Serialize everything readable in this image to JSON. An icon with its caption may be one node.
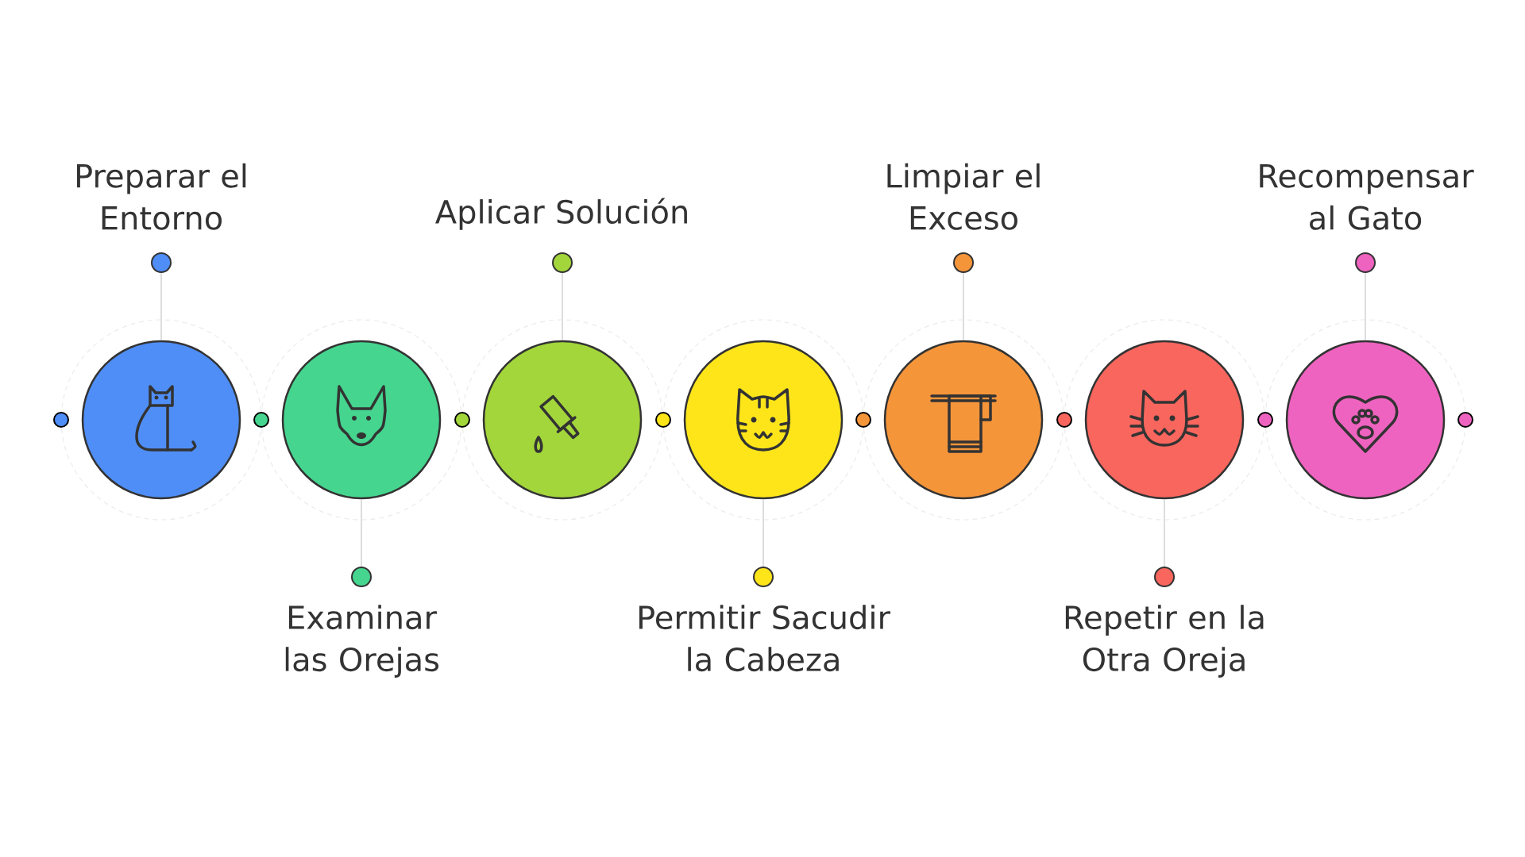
{
  "diagram": {
    "nodes": [
      {
        "text": [
          "Preparar el Entorno"
        ]
      },
      {
        "text": [
          "Examinar las Orejas"
        ]
      },
      {
        "text": [
          "Aplicar Solución"
        ]
      },
      {
        "text": [
          "Permitir Sacudir la Cabeza"
        ]
      },
      {
        "text": [
          "Limpiar el Exceso"
        ]
      },
      {
        "text": [
          "Repetir en la Otra Oreja"
        ]
      },
      {
        "text": [
          "Recompensar al Gato"
        ]
      },
      {
        "text": [],
        "shape": "circle"
      },
      {
        "text": [],
        "shape": "circle"
      },
      {
        "text": [],
        "shape": "circle"
      },
      {
        "text": [],
        "shape": "circle"
      },
      {
        "text": [],
        "shape": "circle"
      },
      {
        "text": [],
        "shape": "circle"
      },
      {
        "text": [],
        "shape": "circle"
      }
    ],
    "edges": [
      {
        "from": 0,
        "to": 7,
        "arrow": "other"
      },
      {
        "from": 1,
        "to": 8,
        "arrow": "other"
      },
      {
        "from": 2,
        "to": 9,
        "arrow": "other"
      },
      {
        "from": 3,
        "to": 10,
        "arrow": "other"
      },
      {
        "from": 4,
        "to": 11,
        "arrow": "other"
      },
      {
        "from": 5,
        "to": 12,
        "arrow": "other"
      },
      {
        "from": 6,
        "to": 13,
        "arrow": "other"
      }
    ]
  }
}
